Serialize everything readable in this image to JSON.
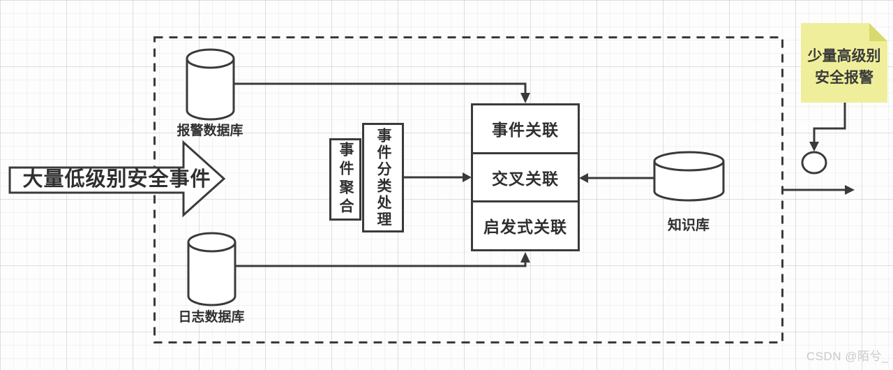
{
  "diagram": {
    "input_arrow": {
      "label": "大量低级别安全事件"
    },
    "alarm_db": {
      "label": "报警数据库"
    },
    "log_db": {
      "label": "日志数据库"
    },
    "event_aggregation": {
      "label": "事件聚合"
    },
    "event_classification": {
      "label": "事件分类处理"
    },
    "correlation_stack": {
      "items": [
        {
          "label": "事件关联"
        },
        {
          "label": "交叉关联"
        },
        {
          "label": "启发式关联"
        }
      ]
    },
    "knowledge_base": {
      "label": "知识库"
    },
    "output_note": {
      "line1": "少量高级别",
      "line2": "安全报警"
    },
    "colors": {
      "line": "#3a3a3a",
      "note_fill": "#efef9b",
      "note_fold": "#d9d96e"
    }
  },
  "page": {
    "watermark": "CSDN @陌兮_"
  }
}
